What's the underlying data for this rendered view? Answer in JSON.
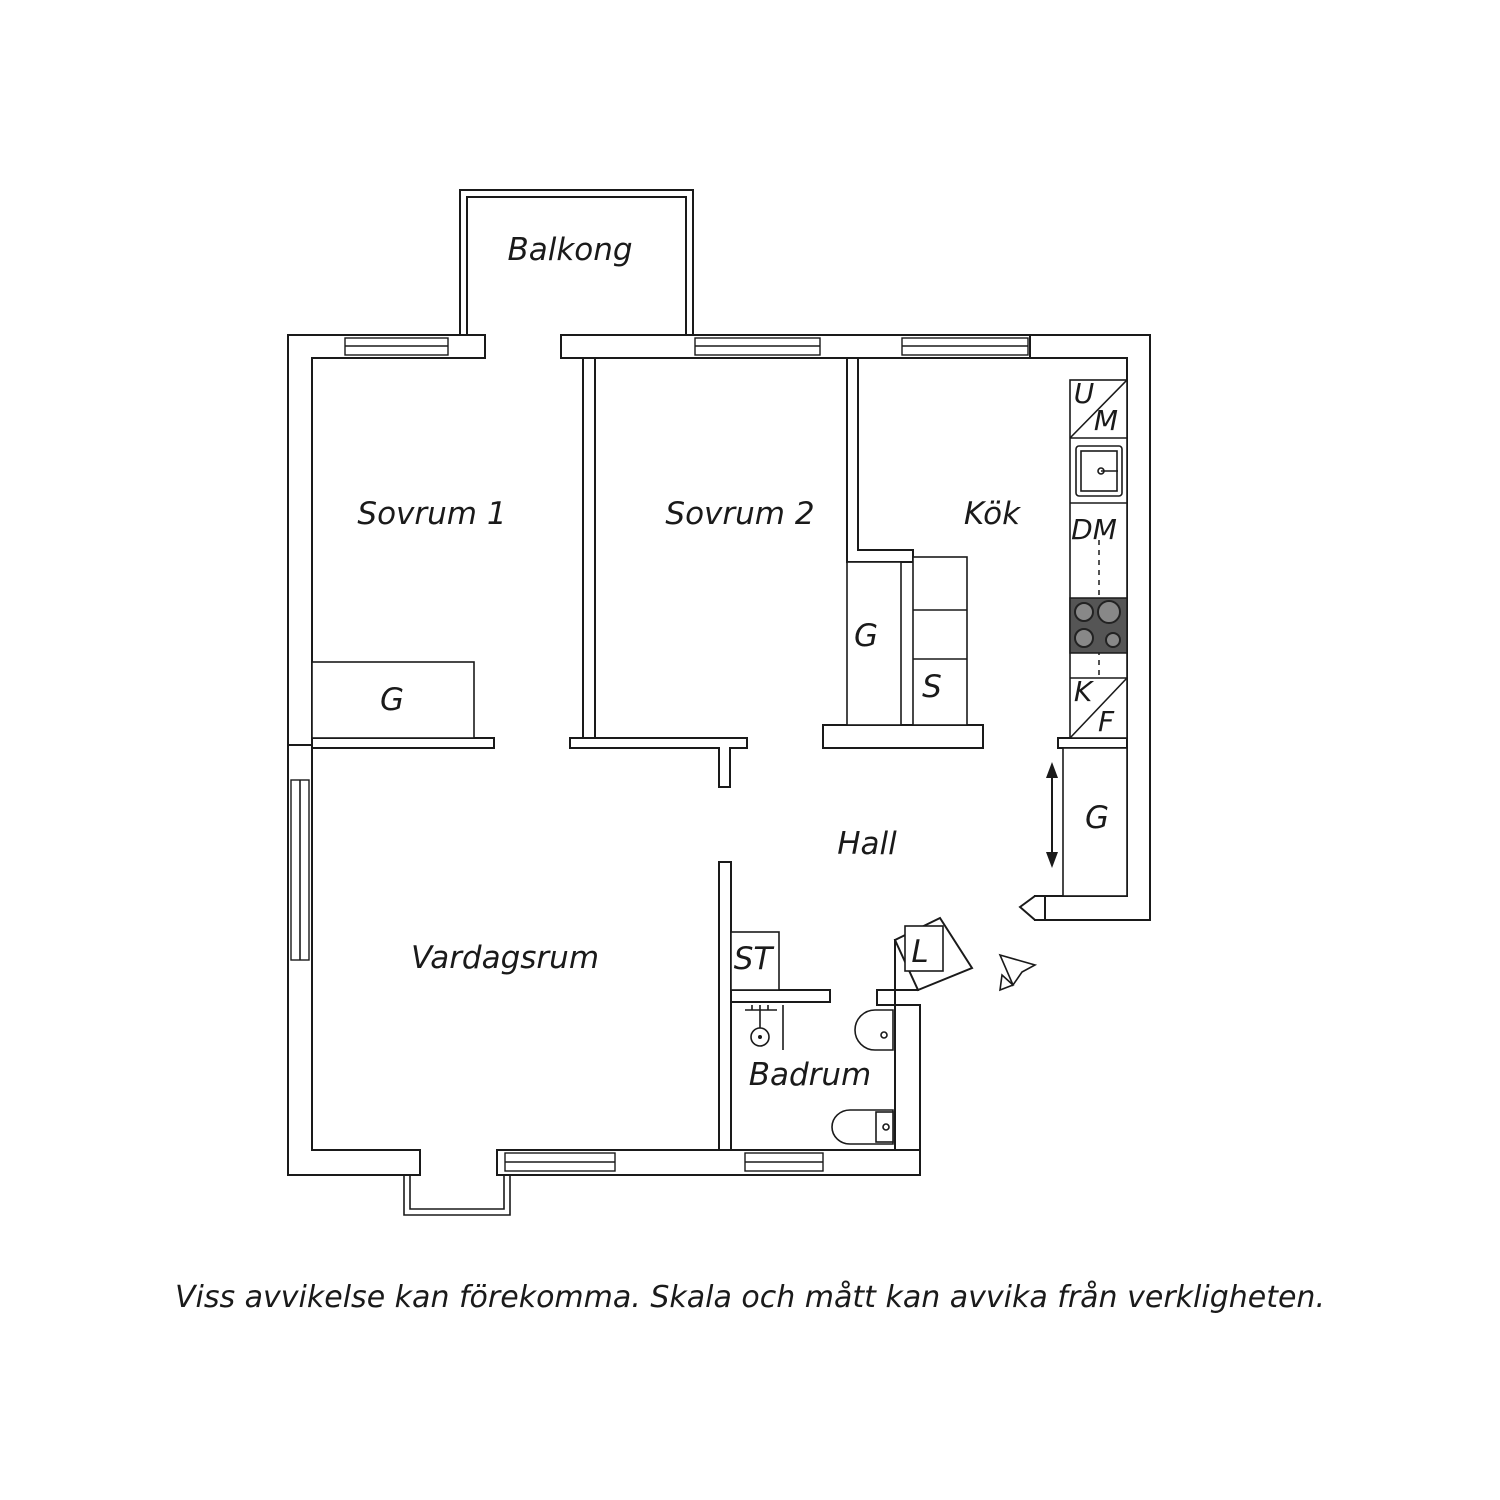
{
  "rooms": {
    "balcony": "Balkong",
    "bedroom1": "Sovrum 1",
    "bedroom2": "Sovrum 2",
    "kitchen": "Kök",
    "hall": "Hall",
    "living": "Vardagsrum",
    "bathroom": "Badrum"
  },
  "storage": {
    "bedroom1_closet": "G",
    "bedroom2_closet": "G",
    "hall_closet": "G",
    "cabinet_s": "S",
    "bath_st": "ST",
    "hall_l": "L"
  },
  "kitchen_units": {
    "u": "U",
    "m": "M",
    "dm": "DM",
    "k": "K",
    "f": "F"
  },
  "disclaimer": "Viss avvikelse kan förekomma. Skala och mått kan avvika från verkligheten."
}
